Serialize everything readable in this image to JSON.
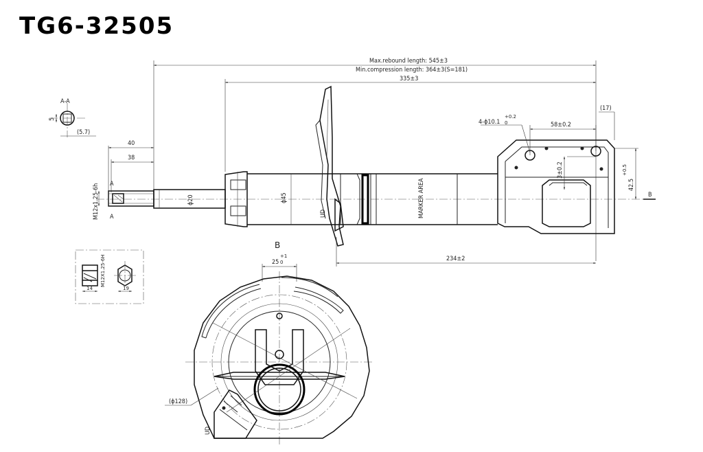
{
  "title": "TG6-32505",
  "labels": {
    "max_rebound": "Max.rebound length: 545±3",
    "min_compression": "Min.compression length:  364±3(S=181)",
    "dim_335": "335±3",
    "dim_234": "234±2",
    "dim_40": "40",
    "dim_38": "38",
    "thread": "M12x1.25-6h",
    "thread_nut": "M12X1.25-6H",
    "section_aa": "A-A",
    "dim_5": "5",
    "dim_5_7": "(5.7)",
    "dia_20": "ϕ20",
    "dia_45": "ϕ45",
    "marker_area": "MARKER AREA",
    "holes": "4-ϕ10.1",
    "holes_tol": "+0.2",
    "holes_tol_low": "0",
    "dim_58": "58±0.2",
    "dim_3": "3±0.2",
    "dim_17": "(17)",
    "dim_42_5": "42.5",
    "dim_42_5_tol": "+0.5",
    "view_b": "B",
    "b_marker": "B",
    "dim_25": "25",
    "dim_25_tol": "+1",
    "dim_25_tol_low": "0",
    "dia_128": "(ϕ128)",
    "dim_14": "14",
    "dim_19": "19",
    "mark_a1": "A",
    "mark_a2": "A"
  }
}
